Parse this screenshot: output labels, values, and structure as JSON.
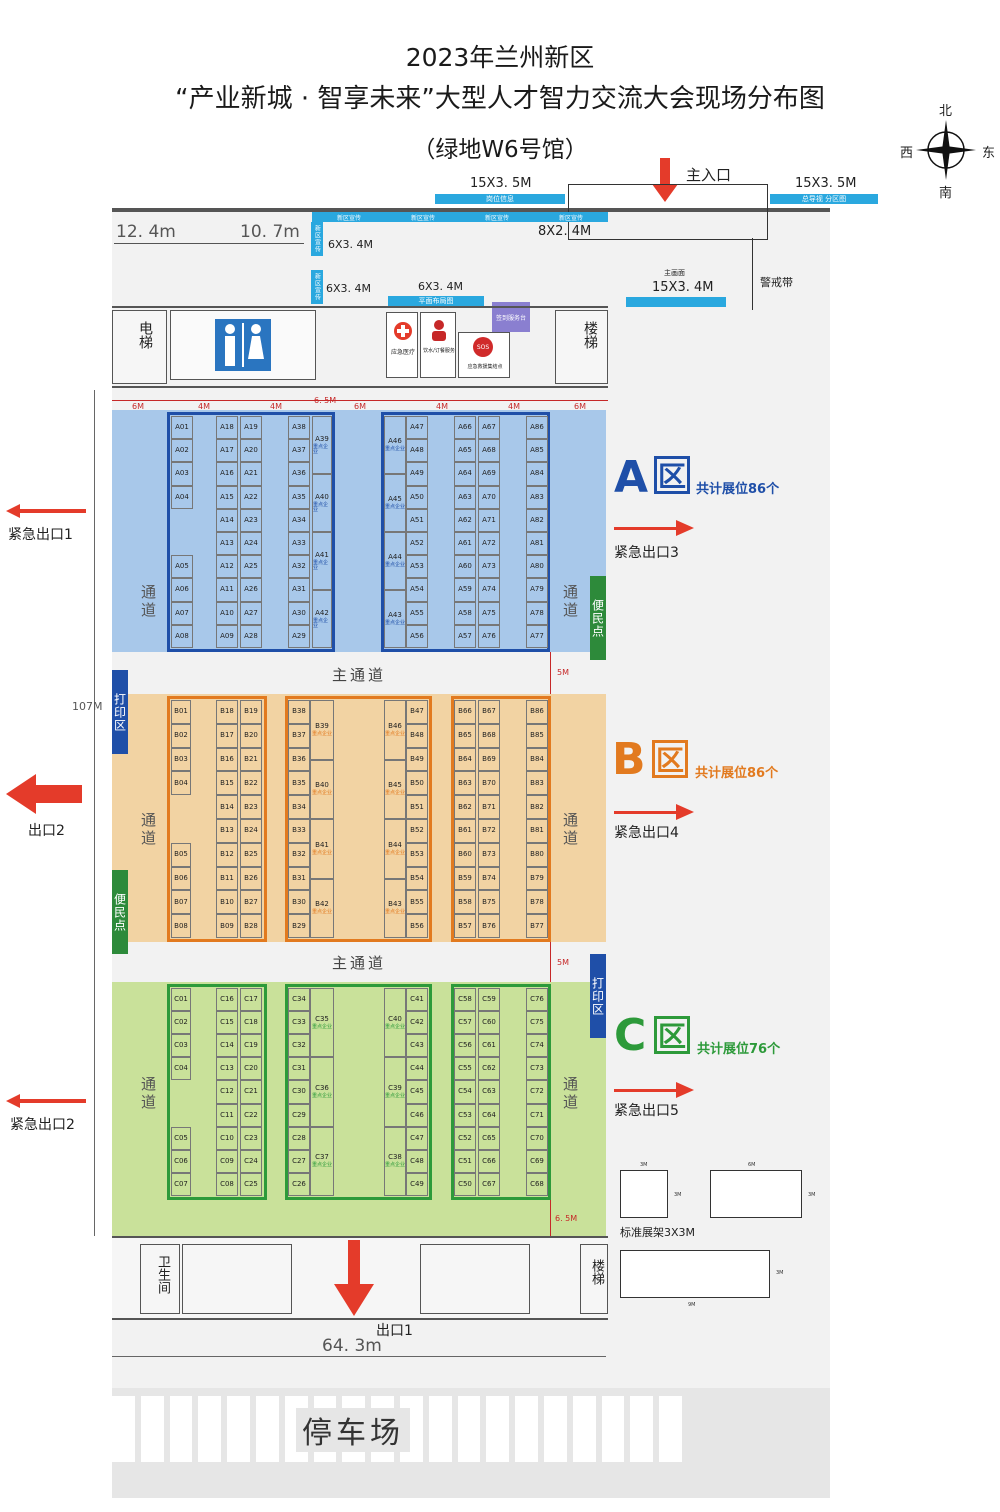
{
  "title": {
    "line1": "2023年兰州新区",
    "line2": "“产业新城 · 智享未来”大型人才智力交流大会现场分布图",
    "line3": "（绿地W6号馆）"
  },
  "compass": {
    "north": "北",
    "south": "南",
    "west": "西",
    "east": "东"
  },
  "top_labels": {
    "main_entrance": "主入口",
    "size_15x35_left": "15X3. 5M",
    "bar_left_text": "岗位信息",
    "size_15x35_right": "15X3. 5M",
    "bar_right_text": "总导视 分区图",
    "size_8x24": "8X2. 4M",
    "size_6x34_a": "6X3. 4M",
    "size_6x34_b": "6X3. 4M",
    "size_6x34_c": "6X3. 4M",
    "size_15x34": "15X3. 4M",
    "main_screen": "主画面",
    "cordon": "警戒带",
    "dim_124": "12. 4m",
    "dim_107": "10. 7m",
    "ad_strip": [
      "新区宣传",
      "新区宣传",
      "新区宣传",
      "新区宣传"
    ],
    "vert_banner_1": "新区宣传",
    "vert_banner_2": "新区宣传",
    "plane_layout": "平面布局图",
    "signin": "签到服务台"
  },
  "facilities": {
    "elevator": "电梯",
    "stairs": "楼梯",
    "medical": "应急医疗",
    "water": "饮水/订餐服务",
    "rescue": "应急救援集结点",
    "sos": "SOS",
    "toilet": "卫生间",
    "stairs_bottom": "楼梯"
  },
  "dims": {
    "m6a": "6M",
    "m4a": "4M",
    "m4b": "4M",
    "m65": "6. 5M",
    "m6b": "6M",
    "m4c": "4M",
    "m4d": "4M",
    "m6c": "6M",
    "m107": "107M",
    "m5a": "5M",
    "m5b": "5M",
    "m65b": "6. 5M",
    "m643": "64. 3m"
  },
  "zones": {
    "A": {
      "letter": "A",
      "region": "区",
      "count": "共计展位86个"
    },
    "B": {
      "letter": "B",
      "region": "区",
      "count": "共计展位86个"
    },
    "C": {
      "letter": "C",
      "region": "区",
      "count": "共计展位76个"
    }
  },
  "aisles": {
    "channel": "通道",
    "main_aisle_1": "主通道",
    "main_aisle_2": "主通道"
  },
  "side_boxes": {
    "print_1": "打印区",
    "print_2": "打印区",
    "service_1": "便民点",
    "service_2": "便民点"
  },
  "exits": {
    "emergency_1": "紧急出口1",
    "exit_2": "出口2",
    "emergency_2": "紧急出口2",
    "emergency_3": "紧急出口3",
    "emergency_4": "紧急出口4",
    "emergency_5": "紧急出口5",
    "exit_1": "出口1"
  },
  "vip_label": "重点企业",
  "booths": {
    "A": {
      "b1c1": [
        "A01",
        "A02",
        "A03",
        "A04",
        "",
        "",
        "A05",
        "A06",
        "A07",
        "A08"
      ],
      "b1c2": [
        "A18",
        "A17",
        "A16",
        "A15",
        "A14",
        "A13",
        "A12",
        "A11",
        "A10",
        "A09"
      ],
      "b1c3": [
        "A19",
        "A20",
        "A21",
        "A22",
        "A23",
        "A24",
        "A25",
        "A26",
        "A27",
        "A28"
      ],
      "b2c1": [
        "A38",
        "A37",
        "A36",
        "A35",
        "A34",
        "A33",
        "A32",
        "A31",
        "A30",
        "A29"
      ],
      "b2c2": [
        "A39",
        "A40",
        "A41",
        "A42"
      ],
      "b3c1": [
        "A46",
        "A45",
        "A44",
        "A43"
      ],
      "b3c2": [
        "A47",
        "A48",
        "A49",
        "A50",
        "A51",
        "A52",
        "A53",
        "A54",
        "A55",
        "A56"
      ],
      "b4c1": [
        "A66",
        "A65",
        "A64",
        "A63",
        "A62",
        "A61",
        "A60",
        "A59",
        "A58",
        "A57"
      ],
      "b4c2": [
        "A67",
        "A68",
        "A69",
        "A70",
        "A71",
        "A72",
        "A73",
        "A74",
        "A75",
        "A76"
      ],
      "b4c3": [
        "A86",
        "A85",
        "A84",
        "A83",
        "A82",
        "A81",
        "A80",
        "A79",
        "A78",
        "A77"
      ]
    },
    "B": {
      "b1c1": [
        "B01",
        "B02",
        "B03",
        "B04",
        "",
        "",
        "B05",
        "B06",
        "B07",
        "B08"
      ],
      "b1c2": [
        "B18",
        "B17",
        "B16",
        "B15",
        "B14",
        "B13",
        "B12",
        "B11",
        "B10",
        "B09"
      ],
      "b1c3": [
        "B19",
        "B20",
        "B21",
        "B22",
        "B23",
        "B24",
        "B25",
        "B26",
        "B27",
        "B28"
      ],
      "b2c1": [
        "B38",
        "B37",
        "B36",
        "B35",
        "B34",
        "B33",
        "B32",
        "B31",
        "B30",
        "B29"
      ],
      "b2c2": [
        "B39",
        "B40",
        "B41",
        "B42"
      ],
      "b2c3": [
        "B46",
        "B45",
        "B44",
        "B43"
      ],
      "b2c4": [
        "B47",
        "B48",
        "B49",
        "B50",
        "B51",
        "B52",
        "B53",
        "B54",
        "B55",
        "B56"
      ],
      "b3c1": [
        "B66",
        "B65",
        "B64",
        "B63",
        "B62",
        "B61",
        "B60",
        "B59",
        "B58",
        "B57"
      ],
      "b3c2": [
        "B67",
        "B68",
        "B69",
        "B70",
        "B71",
        "B72",
        "B73",
        "B74",
        "B75",
        "B76"
      ],
      "b3c3": [
        "B86",
        "B85",
        "B84",
        "B83",
        "B82",
        "B81",
        "B80",
        "B79",
        "B78",
        "B77"
      ]
    },
    "C": {
      "b1c1": [
        "C01",
        "C02",
        "C03",
        "C04",
        "",
        "",
        "C05",
        "C06",
        "C07"
      ],
      "b1c2": [
        "C16",
        "C15",
        "C14",
        "C13",
        "C12",
        "C11",
        "C10",
        "C09",
        "C08"
      ],
      "b1c3": [
        "C17",
        "C18",
        "C19",
        "C20",
        "C21",
        "C22",
        "C23",
        "C24",
        "C25"
      ],
      "b2c1": [
        "C34",
        "C33",
        "C32",
        "C31",
        "C30",
        "C29",
        "C28",
        "C27",
        "C26"
      ],
      "b2c2": [
        "C35",
        "C36",
        "C37"
      ],
      "b2c3": [
        "C40",
        "C39",
        "C38"
      ],
      "b2c4": [
        "C41",
        "C42",
        "C43",
        "C44",
        "C45",
        "C46",
        "C47",
        "C48",
        "C49"
      ],
      "b3c1": [
        "C58",
        "C57",
        "C56",
        "C55",
        "C54",
        "C53",
        "C52",
        "C51",
        "C50"
      ],
      "b3c2": [
        "C59",
        "C60",
        "C61",
        "C62",
        "C63",
        "C64",
        "C65",
        "C66",
        "C67"
      ],
      "b3c3": [
        "C76",
        "C75",
        "C74",
        "C73",
        "C72",
        "C71",
        "C70",
        "C69",
        "C68"
      ]
    }
  },
  "legend": {
    "standard_booth": "标准展架3X3M",
    "d3m_a": "3M",
    "d3m_b": "3M",
    "d6m": "6M",
    "d3m_c": "3M",
    "d9m": "9M",
    "d3m_d": "3M"
  },
  "parking": "停车场",
  "colors": {
    "zoneA_bg": "#a8c8ea",
    "zoneA_line": "#1f4fa8",
    "zoneA_text": "#1f4fa8",
    "zoneB_bg": "#f2d3a3",
    "zoneB_line": "#e27a1f",
    "zoneB_text": "#e27a1f",
    "zoneC_bg": "#c9e19a",
    "zoneC_line": "#2d9a3a",
    "zoneC_text": "#2d9a3a",
    "cyan": "#2aa8df",
    "navy": "#1f4fa8",
    "green": "#2d8a3a",
    "red": "#e43b2a"
  }
}
